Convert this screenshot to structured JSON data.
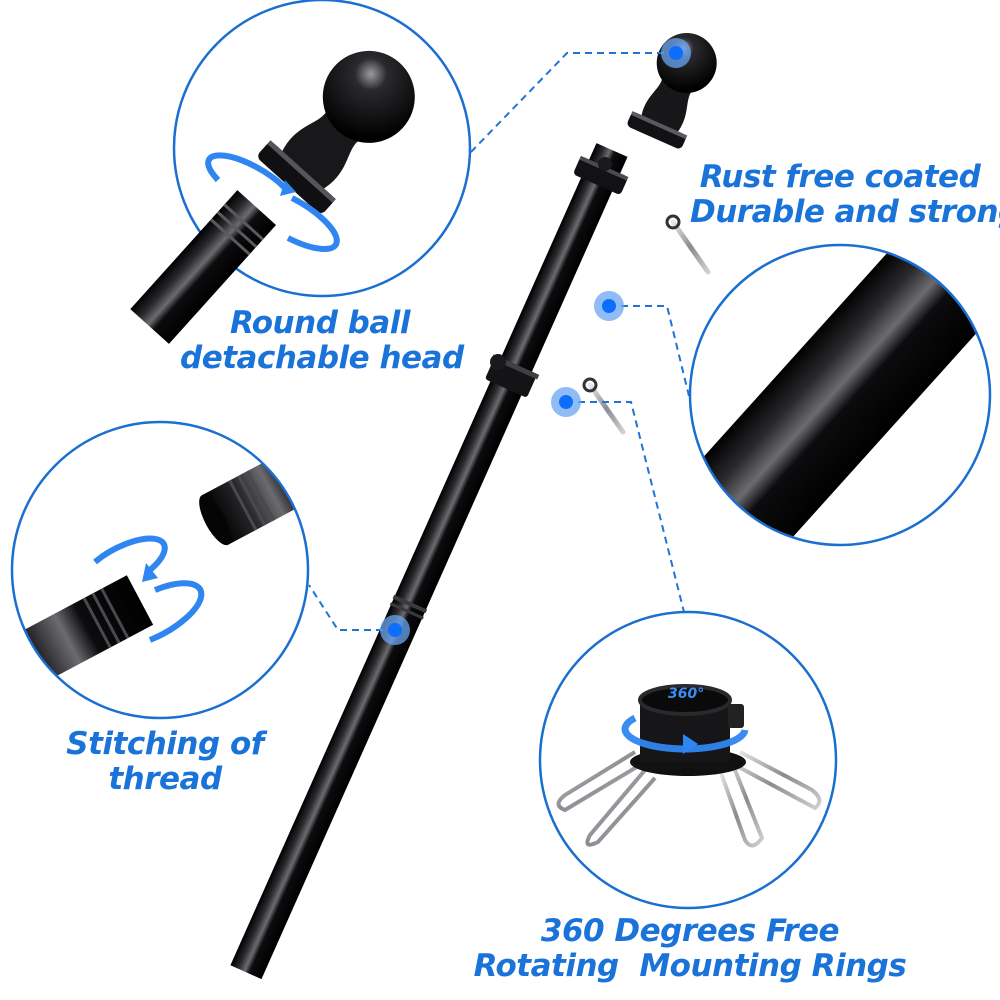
{
  "colors": {
    "accent": "#1a73d9",
    "circle_stroke": "#1a6fd1",
    "dot": "#0d6efd",
    "dot_halo": "#7fb4f5",
    "pole": "#0b0b0d",
    "background": "#ffffff"
  },
  "features": [
    {
      "id": "coating",
      "lines": [
        "Rust free coated",
        "Durable and strong"
      ],
      "icon": "pole-closeup"
    },
    {
      "id": "head",
      "lines": [
        "Round ball",
        "detachable head"
      ],
      "icon": "ball-finial"
    },
    {
      "id": "thread",
      "lines": [
        "Stitching of",
        "thread"
      ],
      "icon": "threaded-joint"
    },
    {
      "id": "rings",
      "lines": [
        "360 Degrees Free",
        "Rotating  Mounting Rings"
      ],
      "icon": "rotating-ring",
      "badge": "360°"
    }
  ]
}
